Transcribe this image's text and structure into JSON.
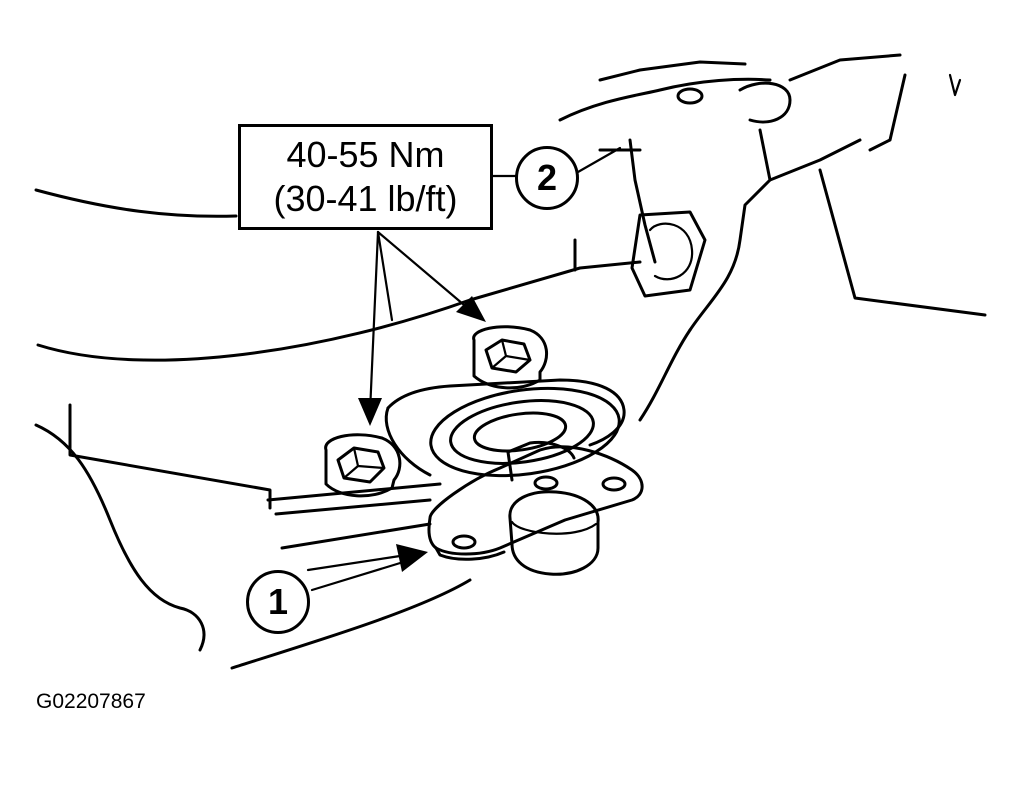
{
  "torque_spec": {
    "metric": "40-55 Nm",
    "imperial": "(30-41 lb/ft)"
  },
  "callouts": {
    "item_1": "1",
    "item_2": "2"
  },
  "figure_id": "G02207867"
}
